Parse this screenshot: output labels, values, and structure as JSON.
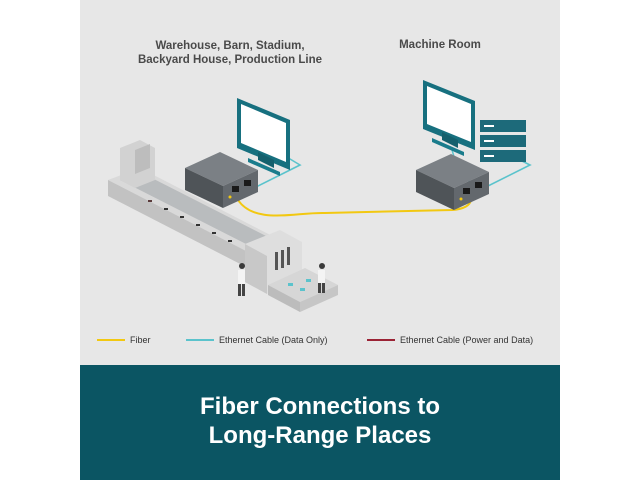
{
  "locations": {
    "left_line1": "Warehouse, Barn, Stadium,",
    "left_line2": "Backyard House, Production Line",
    "right": "Machine Room"
  },
  "legend": [
    {
      "label": "Fiber",
      "color": "#f2c811"
    },
    {
      "label": "Ethernet Cable (Data Only)",
      "color": "#5bc3cc"
    },
    {
      "label": "Ethernet Cable (Power and Data)",
      "color": "#9b2335"
    }
  ],
  "banner": {
    "line1": "Fiber Connections to",
    "line2": "Long-Range Places",
    "background": "#0b5563"
  },
  "colors": {
    "panel_bg": "#e7e7e7",
    "monitor": "#17707f",
    "server": "#1d6a7a",
    "converter": "#555a5e"
  }
}
